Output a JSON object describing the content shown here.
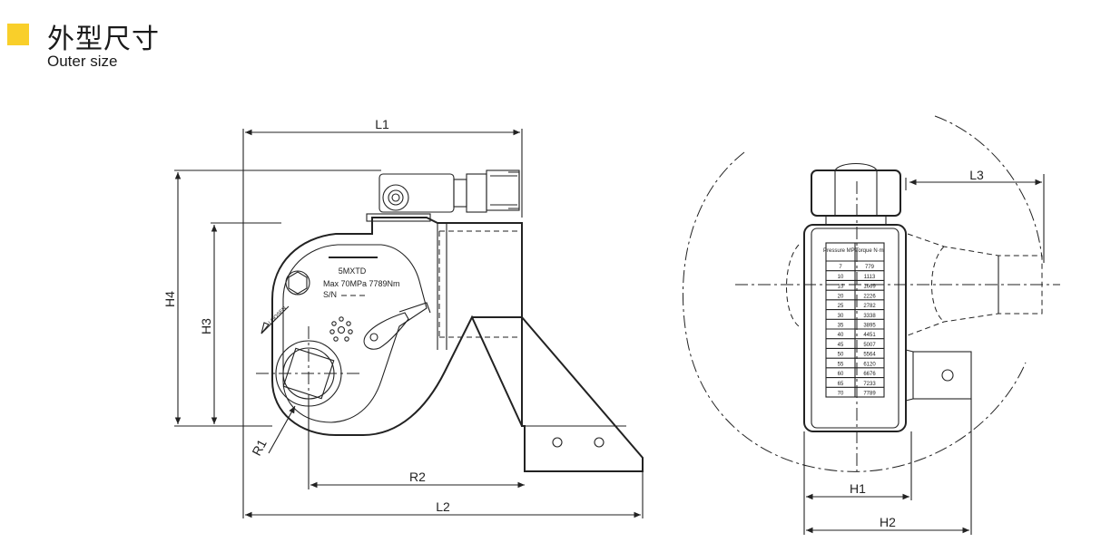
{
  "header": {
    "title_cn": "外型尺寸",
    "title_en": "Outer size",
    "accent_color": "#F9CF2A"
  },
  "dimensions": {
    "L1": "L1",
    "L2": "L2",
    "L3": "L3",
    "H1": "H1",
    "H2": "H2",
    "H3": "H3",
    "H4": "H4",
    "R1": "R1",
    "R2": "R2"
  },
  "label_plate": {
    "model": "5MXTD",
    "rating": "Max 70MPa 7789Nm",
    "serial": "S/N",
    "direction": "LOOSEN"
  },
  "pressure_table": {
    "headers": [
      "Pressure\nMPa",
      "Torque\nN·m"
    ],
    "rows": [
      [
        "7",
        "779"
      ],
      [
        "10",
        "1113"
      ],
      [
        "15",
        "1669"
      ],
      [
        "20",
        "2226"
      ],
      [
        "25",
        "2782"
      ],
      [
        "30",
        "3338"
      ],
      [
        "35",
        "3895"
      ],
      [
        "40",
        "4451"
      ],
      [
        "45",
        "5007"
      ],
      [
        "50",
        "5564"
      ],
      [
        "55",
        "6120"
      ],
      [
        "60",
        "6676"
      ],
      [
        "65",
        "7233"
      ],
      [
        "70",
        "7789"
      ]
    ]
  }
}
